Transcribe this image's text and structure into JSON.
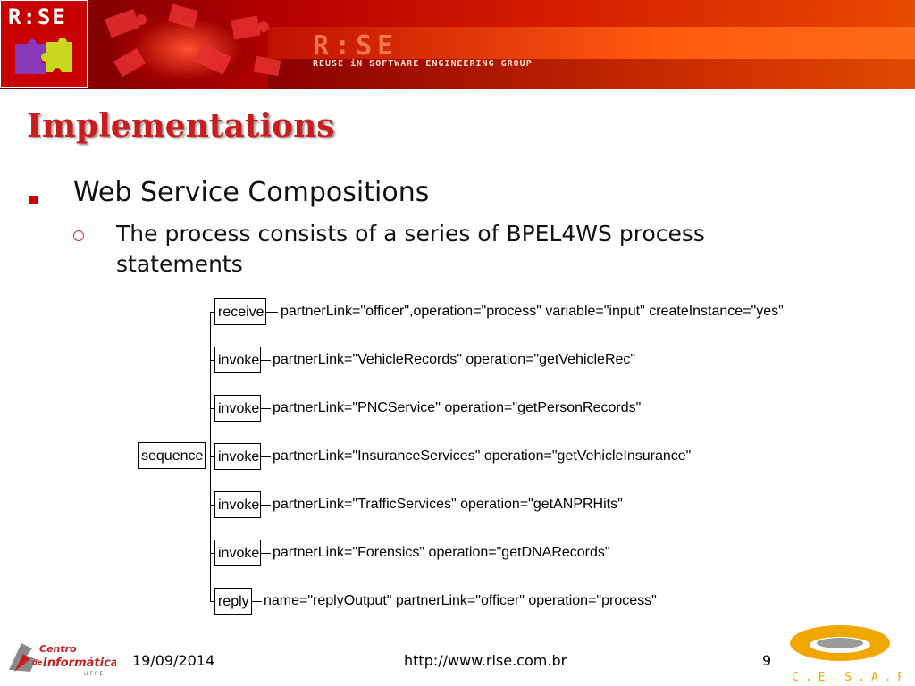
{
  "header": {
    "logo_text": "R:SE",
    "banner_title": "R:SE",
    "banner_subtitle": "REUSE iN SOFTWARE ENGINEERING GROUP"
  },
  "slide": {
    "title": "Implementations",
    "bullet1": "Web Service Compositions",
    "bullet2": "The process consists of a series of BPEL4WS process statements"
  },
  "diagram": {
    "root": "sequence",
    "children": [
      {
        "label": "receive",
        "attrs": "partnerLink=\"officer\",operation=\"process\" variable=\"input\" createInstance=\"yes\""
      },
      {
        "label": "invoke",
        "attrs": "partnerLink=\"VehicleRecords\" operation=\"getVehicleRec\""
      },
      {
        "label": "invoke",
        "attrs": "partnerLink=\"PNCService\" operation=\"getPersonRecords\""
      },
      {
        "label": "invoke",
        "attrs": "partnerLink=\"InsuranceServices\" operation=\"getVehicleInsurance\""
      },
      {
        "label": "invoke",
        "attrs": "partnerLink=\"TrafficServices\" operation=\"getANPRHits\""
      },
      {
        "label": "invoke",
        "attrs": "partnerLink=\"Forensics\" operation=\"getDNARecords\""
      },
      {
        "label": "reply",
        "attrs": "name=\"replyOutput\" partnerLink=\"officer\" operation=\"process\""
      }
    ]
  },
  "footer": {
    "date": "19/09/2014",
    "url": "http://www.rise.com.br",
    "page": "9",
    "cin_line1": "Centro",
    "cin_line2": "de",
    "cin_line3": "Informática",
    "cin_line4": "UFPE",
    "cesar_text": "C.E.S.A.R"
  },
  "colors": {
    "title": "#c81e1e",
    "bullet": "#cc0000",
    "banner": "#c80000",
    "cesar_orange": "#f0a800"
  }
}
